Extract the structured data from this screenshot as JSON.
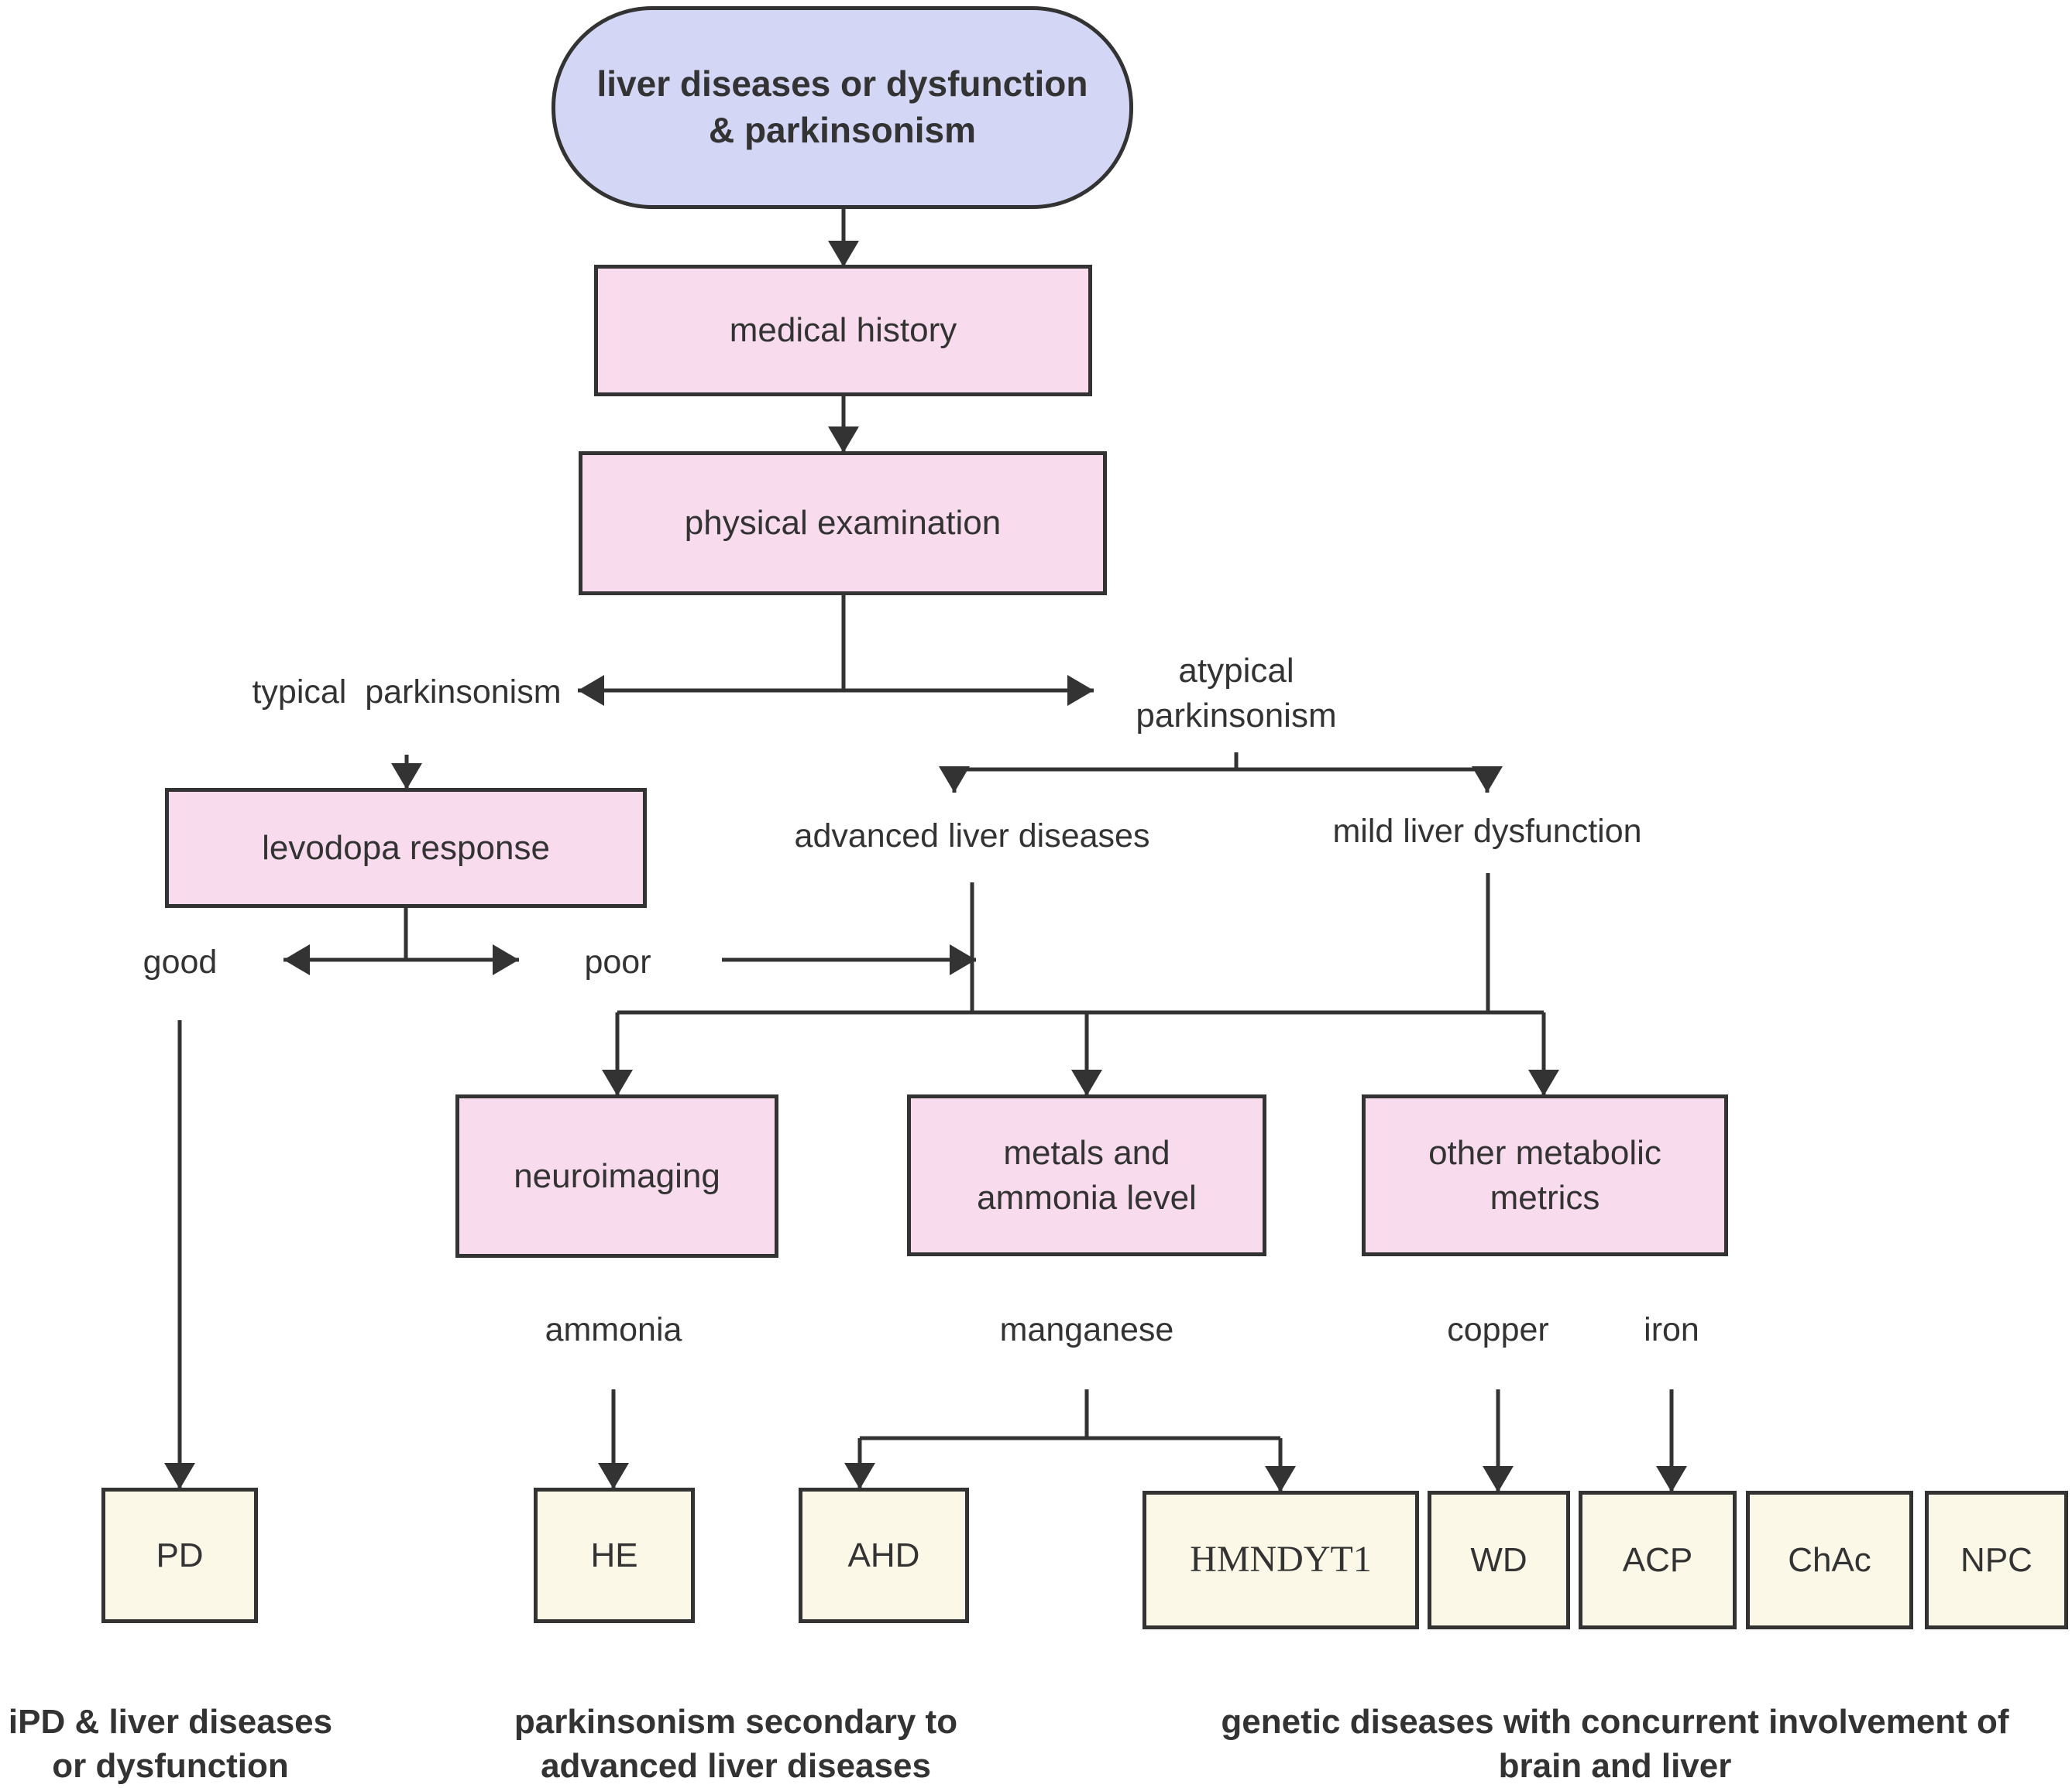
{
  "nodes": {
    "start": "liver diseases or dysfunction & parkinsonism",
    "medical_history": "medical history",
    "physical_examination": "physical examination",
    "levodopa_response": "levodopa response",
    "neuroimaging": "neuroimaging",
    "metals_ammonia": "metals and ammonia level",
    "other_metabolic": "other metabolic metrics",
    "pd": "PD",
    "he": "HE",
    "ahd": "AHD",
    "hmndyt1": "HMNDYT1",
    "wd": "WD",
    "acp": "ACP",
    "chac": "ChAc",
    "npc": "NPC"
  },
  "labels": {
    "typical": "typical  parkinsonism",
    "atypical": "atypical parkinsonism",
    "advanced": "advanced liver diseases",
    "mild": "mild liver dysfunction",
    "good": "good",
    "poor": "poor",
    "ammonia": "ammonia",
    "manganese": "manganese",
    "copper": "copper",
    "iron": "iron"
  },
  "categories": {
    "ipd": "iPD & liver diseases or dysfunction",
    "secondary": "parkinsonism secondary to advanced liver diseases",
    "genetic": "genetic diseases with concurrent involvement of brain and liver"
  },
  "colors": {
    "start_fill": "#d4d6f6",
    "process_fill": "#f8dced",
    "outcome_fill": "#fbf8e7",
    "stroke": "#333333"
  }
}
